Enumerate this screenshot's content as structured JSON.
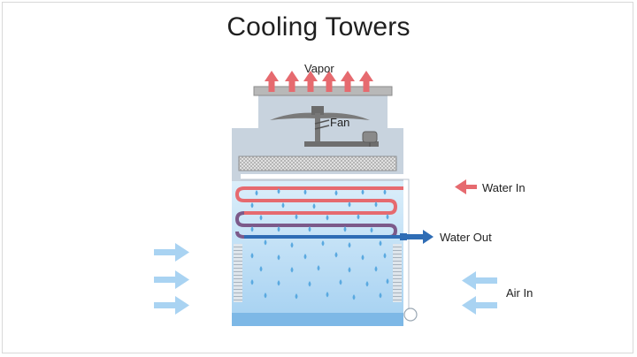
{
  "title": "Cooling Towers",
  "labels": {
    "vapor": "Vapor",
    "fan": "Fan",
    "water_in": "Water In",
    "water_out": "Water Out",
    "air_in": "Air In"
  },
  "colors": {
    "hot_water": "#e66a6f",
    "cold_water": "#2f6db5",
    "air": "#a9d3f2",
    "tower_body": "#c8d3de",
    "water_fill": "#bfe0f5",
    "basin": "#7db8e6",
    "drop": "#5aa9e0",
    "fan_metal": "#7a7a7a"
  },
  "icons": [
    "vapor-arrow-icon",
    "fan-icon",
    "motor-icon",
    "water-droplet-icon",
    "air-arrow-icon"
  ]
}
